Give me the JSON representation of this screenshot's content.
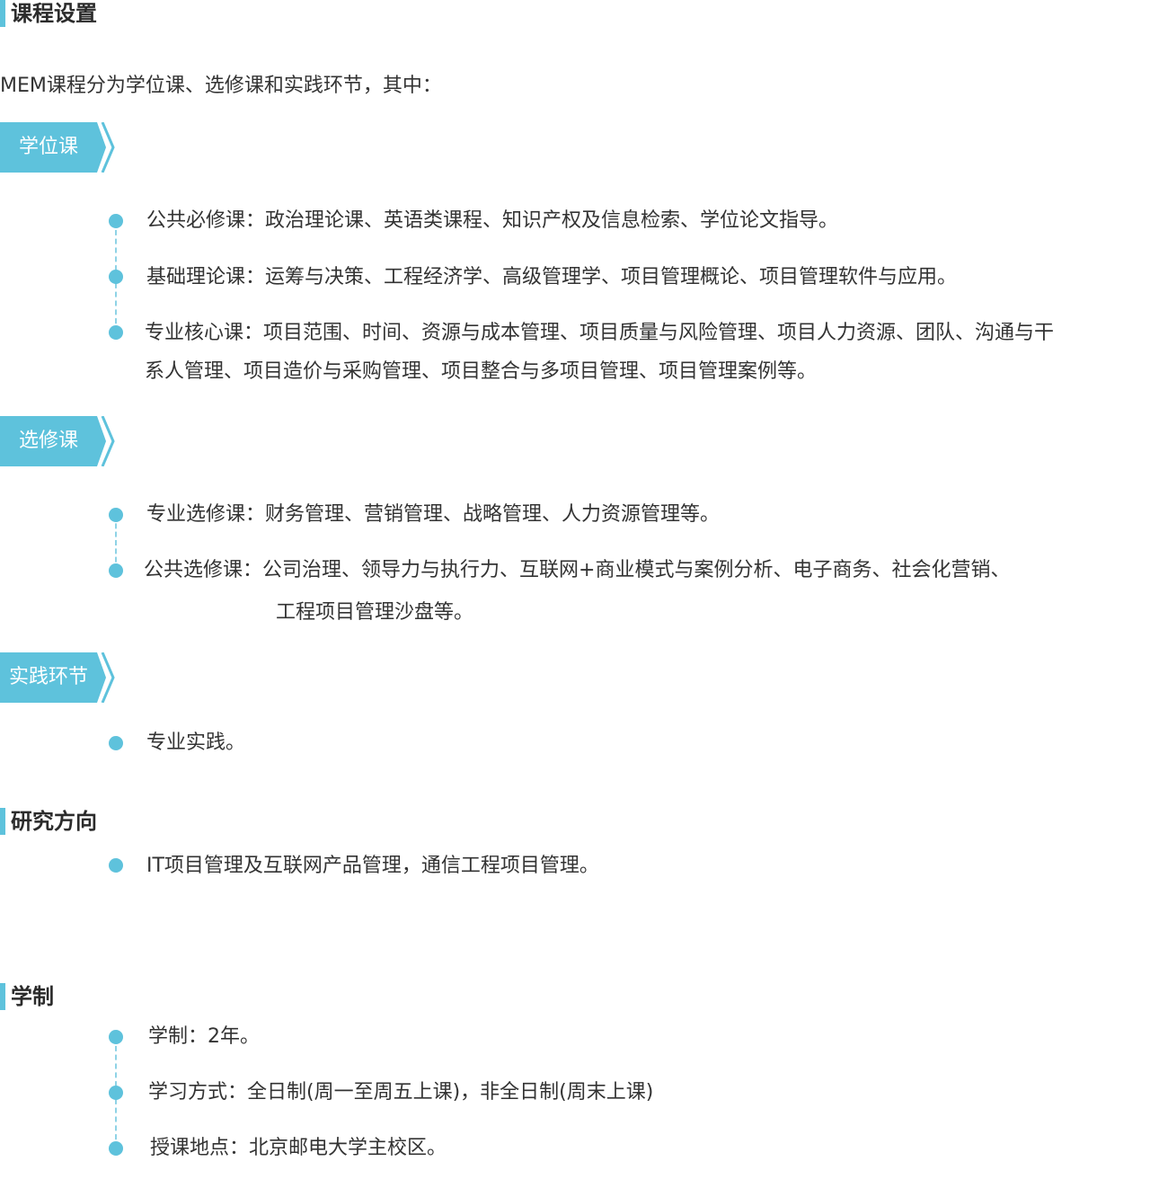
{
  "sections": {
    "curriculum": {
      "title": "课程设置"
    },
    "research": {
      "title": "研究方向"
    },
    "schooling": {
      "title": "学制"
    }
  },
  "intro": "MEM课程分为学位课、选修课和实践环节，其中：",
  "groups": {
    "degree": {
      "tag": "学位课",
      "items": [
        {
          "label": "公共必修课：",
          "text": "政治理论课、英语类课程、知识产权及信息检索、学位论文指导。"
        },
        {
          "label": "基础理论课：",
          "text": "运筹与决策、工程经济学、高级管理学、项目管理概论、项目管理软件与应用。"
        },
        {
          "label": "专业核心课：",
          "text": "项目范围、时间、资源与成本管理、项目质量与风险管理、项目人力资源、团队、沟通与干",
          "text2": "系人管理、项目造价与采购管理、项目整合与多项目管理、项目管理案例等。"
        }
      ]
    },
    "elective": {
      "tag": "选修课",
      "items": [
        {
          "label": "专业选修课：",
          "text": "财务管理、营销管理、战略管理、人力资源管理等。"
        },
        {
          "label": "公共选修课：",
          "text": "公司治理、领导力与执行力、互联网+商业模式与案例分析、电子商务、社会化营销、",
          "text2": "工程项目管理沙盘等。"
        }
      ]
    },
    "practice": {
      "tag": "实践环节",
      "items": [
        {
          "text": "专业实践。"
        }
      ]
    }
  },
  "research": {
    "text": "IT项目管理及互联网产品管理，通信工程项目管理。"
  },
  "schooling": {
    "items": [
      {
        "text": "学制：2年。"
      },
      {
        "text": "学习方式：全日制(周一至周五上课)，非全日制(周末上课)"
      },
      {
        "text": "授课地点：北京邮电大学主校区。"
      }
    ]
  },
  "colors": {
    "accent": "#5ec2dc",
    "text": "#333333"
  }
}
